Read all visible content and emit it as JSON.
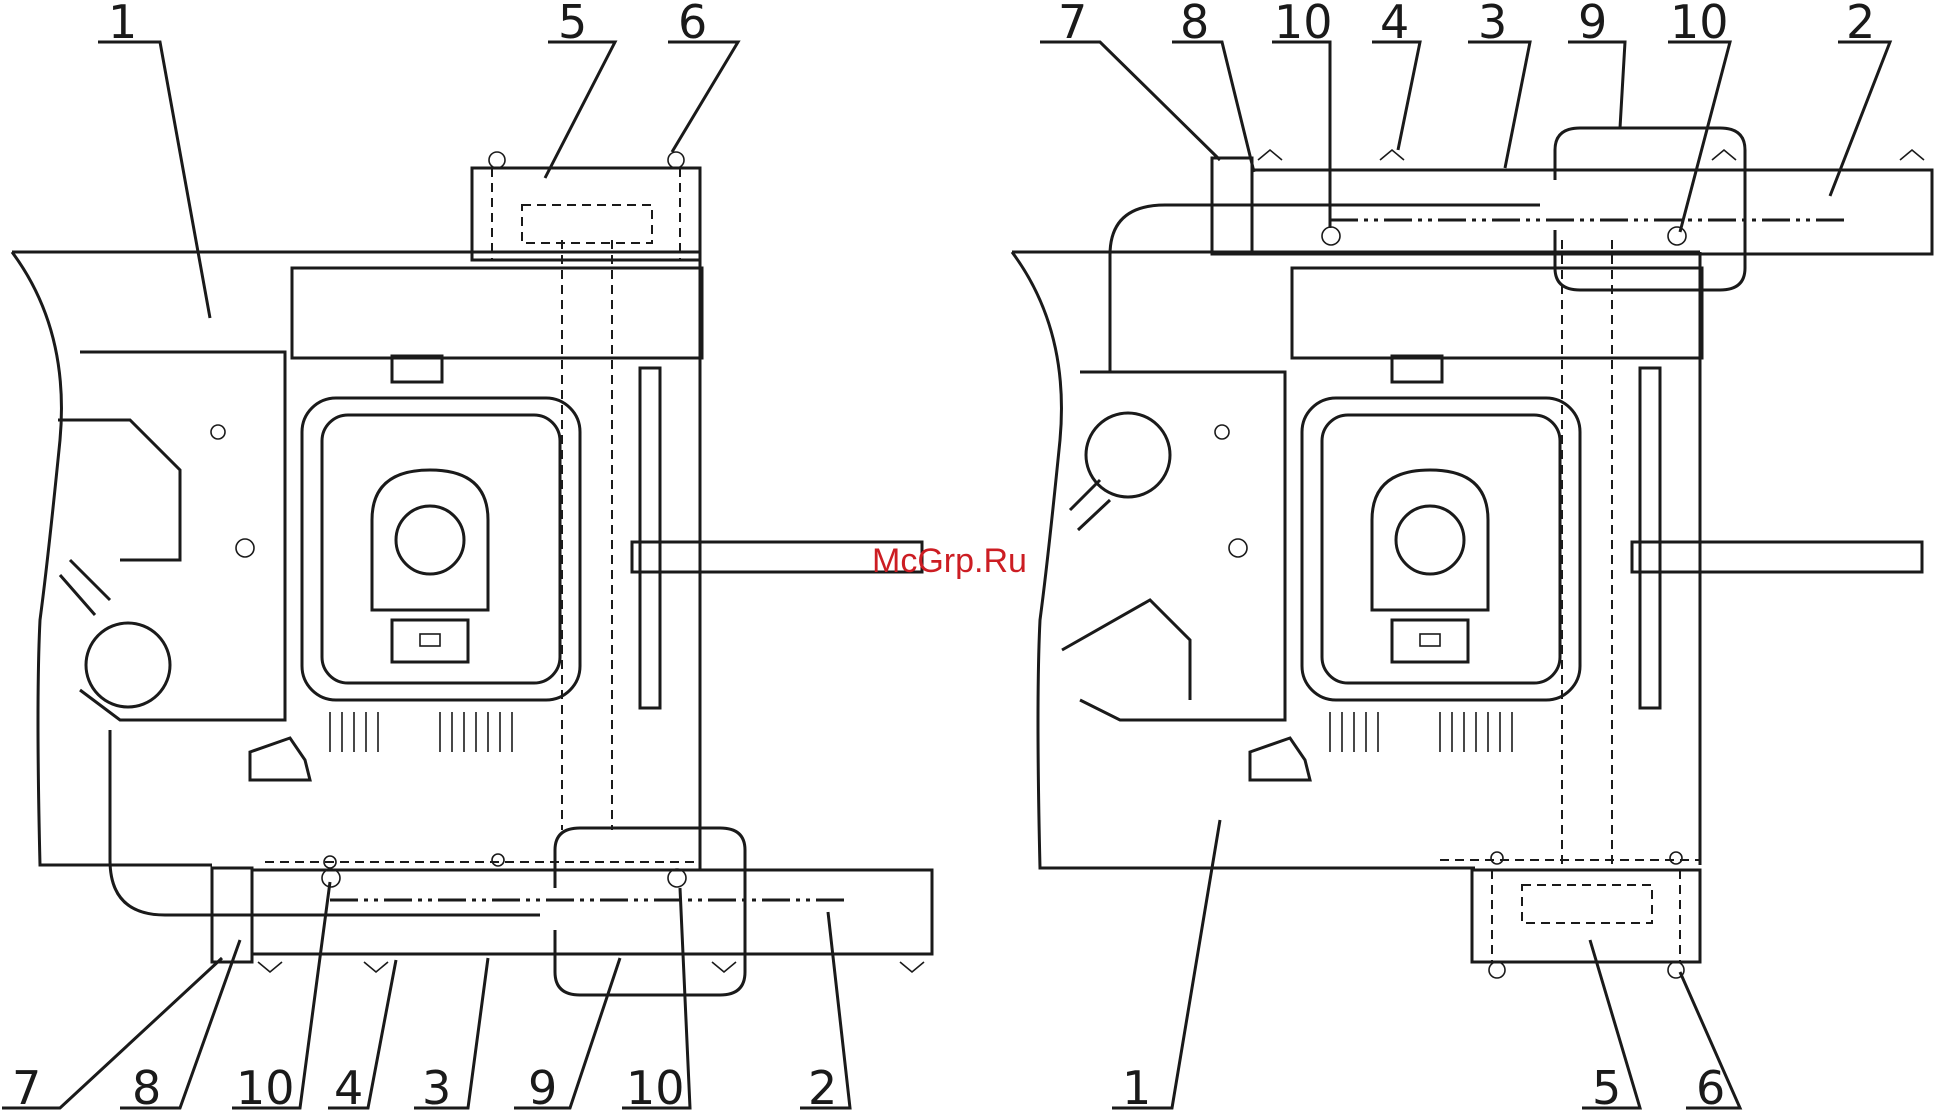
{
  "watermark": "McGrp.Ru",
  "left_view": {
    "callouts_top": [
      "1",
      "5",
      "6"
    ],
    "callouts_bottom": [
      "7",
      "8",
      "10",
      "4",
      "3",
      "9",
      "10",
      "2"
    ]
  },
  "right_view": {
    "callouts_top": [
      "7",
      "8",
      "10",
      "4",
      "3",
      "9",
      "10",
      "2"
    ],
    "callouts_bottom": [
      "1",
      "5",
      "6"
    ]
  },
  "colors": {
    "line": "#1a1a1a",
    "watermark": "#cc1d23",
    "background": "#ffffff"
  }
}
